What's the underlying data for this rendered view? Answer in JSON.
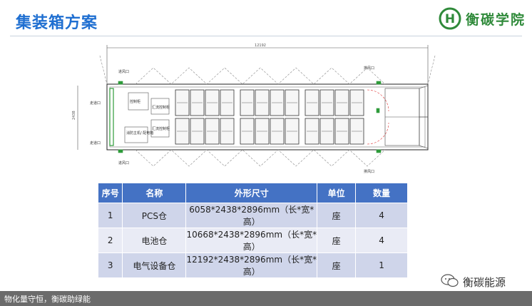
{
  "title": "集装箱方案",
  "logo": {
    "text": "衡碳学院",
    "mark_letter": "H"
  },
  "drawing": {
    "dim_length": "12192",
    "dim_width": "2438",
    "labels": {
      "inlet_top_left": "进风口",
      "inlet_bottom_left": "进风口",
      "outlet_top_right": "排风口",
      "outlet_bottom_right": "排风口",
      "left_door_top": "走道口",
      "left_door_bottom": "走道口",
      "equip_1": "控制柜",
      "equip_2": "汇流控制柜",
      "equip_3": "汇流控制柜",
      "equip_4": "消防主机/\n配电箱"
    }
  },
  "table": {
    "headers": [
      "序号",
      "名称",
      "外形尺寸",
      "单位",
      "数量"
    ],
    "rows": [
      [
        "1",
        "PCS仓",
        "6058*2438*2896mm（长*宽*高）",
        "座",
        "4"
      ],
      [
        "2",
        "电池仓",
        "10668*2438*2896mm（长*宽*高）",
        "座",
        "4"
      ],
      [
        "3",
        "电气设备仓",
        "12192*2438*2896mm（长*宽*高）",
        "座",
        "1"
      ]
    ]
  },
  "footer": {
    "text": "物化量守恒，衡碳助绿能"
  },
  "watermark": {
    "text": "衡碳能源"
  },
  "colors": {
    "title": "#1f6fd1",
    "table_header": "#4472c4",
    "table_row_odd": "#cfd5ea",
    "table_row_even": "#e9ebf5",
    "footer": "#6b6b6b",
    "logo_green": "#2f8a3a"
  }
}
